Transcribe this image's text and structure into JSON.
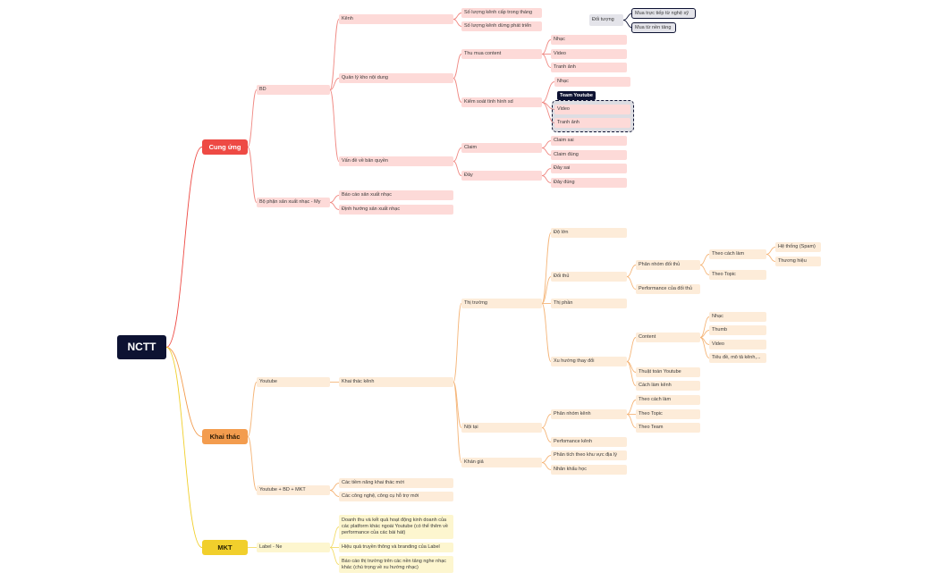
{
  "root": "NCTT",
  "branches": {
    "cung_ung": "Cung ứng",
    "khai_thac": "Khai thác",
    "mkt": "MKT"
  },
  "cung_ung": {
    "bd": "BD",
    "kenh": "Kênh",
    "so_luong_kenh_cap": "Số lượng kênh cấp trong tháng",
    "so_luong_kenh_dung": "Số lượng kênh dừng phát triển",
    "quan_ly_kho": "Quản lý kho nội dung",
    "thu_mua": "Thu mua content",
    "nhac_1": "Nhạc",
    "video_1": "Video",
    "tranh_anh_1": "Tranh ảnh",
    "kiem_soat": "Kiểm soát tình hình sd",
    "nhac_2": "Nhạc",
    "video_2": "Video",
    "tranh_anh_2": "Tranh ảnh",
    "team_youtube": "Team Youtube",
    "van_de_ban_quyen": "Vấn đề về bản quyền",
    "claim": "Claim",
    "claim_sai": "Claim sai",
    "claim_dung": "Claim đúng",
    "day": "Đảy",
    "day_sai": "Đảy sai",
    "day_dung": "Đảy đúng",
    "bo_phan_sx": "Bộ phận sản xuất nhạc - My",
    "bao_cao_sx": "Báo cáo sản xuất nhạc",
    "dinh_huong_sx": "Định hướng sản xuất nhạc"
  },
  "doi_tuong": {
    "label": "Đối tượng",
    "mua_truc_tiep": "Mua trực tiếp từ nghệ sỹ",
    "mua_nen_tang": "Mua từ nền tảng"
  },
  "khai_thac": {
    "youtube": "Youtube",
    "khai_thac_kenh": "Khai thác kênh",
    "thi_truong": "Thị trường",
    "do_lon": "Độ lớn",
    "doi_thu": "Đối thủ",
    "phan_nhom_doi_thu": "Phân nhóm đối thủ",
    "theo_cach_lam": "Theo cách làm",
    "he_thong_spam": "Hệ thống (Spam)",
    "thuong_hieu": "Thương hiệu",
    "theo_topic": "Theo Topic",
    "performance_doi_thu": "Performance của đối thủ",
    "thi_phan": "Thị phần",
    "xu_huong": "Xu hướng thay đổi",
    "content": "Content",
    "nhac": "Nhạc",
    "thumb": "Thumb",
    "video": "Video",
    "tieu_de": "Tiêu đề, mô tả kênh,...",
    "thuat_toan": "Thuật toán Youtube",
    "cach_lam_kenh": "Cách làm kênh",
    "noi_tai": "Nội tại",
    "phan_nhom_kenh": "Phân nhóm kênh",
    "nt_theo_cach_lam": "Theo cách làm",
    "nt_theo_topic": "Theo Topic",
    "nt_theo_team": "Theo Team",
    "performance_kenh": "Perfomance kênh",
    "khan_gia": "Khán giả",
    "phan_tich_khu_vuc": "Phân tích theo khu vực địa lý",
    "nhan_khau_hoc": "Nhân khẩu học",
    "youtube_bd_mkt": "Youtube + BD + MKT",
    "tiem_nang": "Các tiềm năng khai thác mới",
    "cong_nghe": "Các công nghệ, công cụ hỗ trợ mới"
  },
  "mkt": {
    "label_ne": "Label - Ne",
    "doanh_thu": "Doanh thu và kết quả hoạt động kinh doanh của các platform khác ngoài Youtube (có thể thêm về performance của các bài hát)",
    "hieu_qua": "Hiệu quả truyền thông và branding của Label",
    "bao_cao_thi_truong": "Báo cáo thị trường trên các nền tảng nghe nhạc khác (chú trọng về xu hướng nhạc)"
  },
  "colors": {
    "root": "#0d1232",
    "cung_ung": "#ee4a44",
    "khai_thac": "#f39c4e",
    "mkt": "#f1cf2c",
    "edge_red": "#f08a84",
    "edge_orange": "#f5b67a",
    "edge_yellow": "#f3dc6a",
    "edge_gray": "#0d1232"
  }
}
